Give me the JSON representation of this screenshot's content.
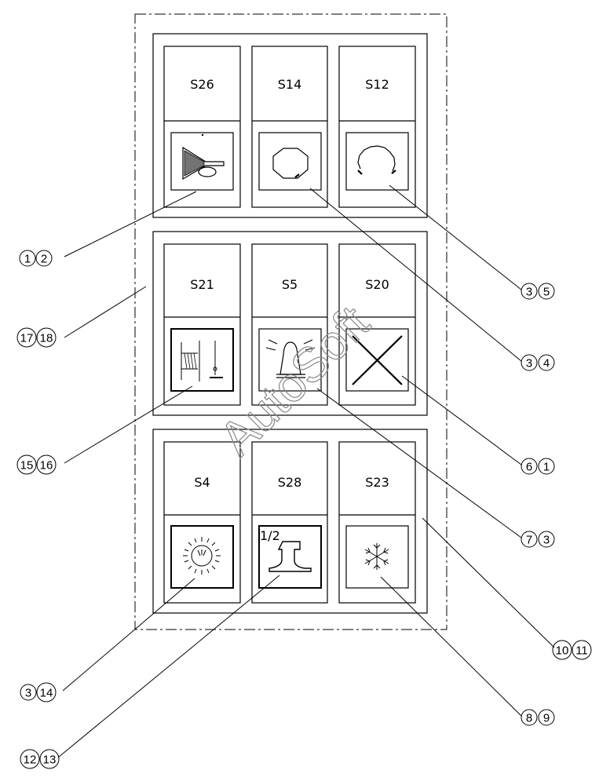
{
  "switches": [
    {
      "label": "S26",
      "icon": "horn-icon"
    },
    {
      "label": "S14",
      "icon": "octagon-icon"
    },
    {
      "label": "S12",
      "icon": "open-circle-icon"
    },
    {
      "label": "S21",
      "icon": "winch-icon"
    },
    {
      "label": "S5",
      "icon": "beacon-bell-icon"
    },
    {
      "label": "S20",
      "icon": "cross-icon"
    },
    {
      "label": "S4",
      "icon": "sun-gauge-icon"
    },
    {
      "label": "S28",
      "icon": "rail-icon"
    },
    {
      "label": "S23",
      "icon": "snowflake-icon"
    }
  ],
  "icon_text": {
    "rail_fraction": "1/2"
  },
  "callouts": [
    {
      "a": "1",
      "b": "2"
    },
    {
      "a": "17",
      "b": "18"
    },
    {
      "a": "15",
      "b": "16"
    },
    {
      "a": "3",
      "b": "14"
    },
    {
      "a": "12",
      "b": "13"
    },
    {
      "a": "3",
      "b": "5"
    },
    {
      "a": "3",
      "b": "4"
    },
    {
      "a": "6",
      "b": "1"
    },
    {
      "a": "7",
      "b": "3"
    },
    {
      "a": "10",
      "b": "11"
    },
    {
      "a": "8",
      "b": "9"
    }
  ],
  "watermark": "AutoSoft"
}
